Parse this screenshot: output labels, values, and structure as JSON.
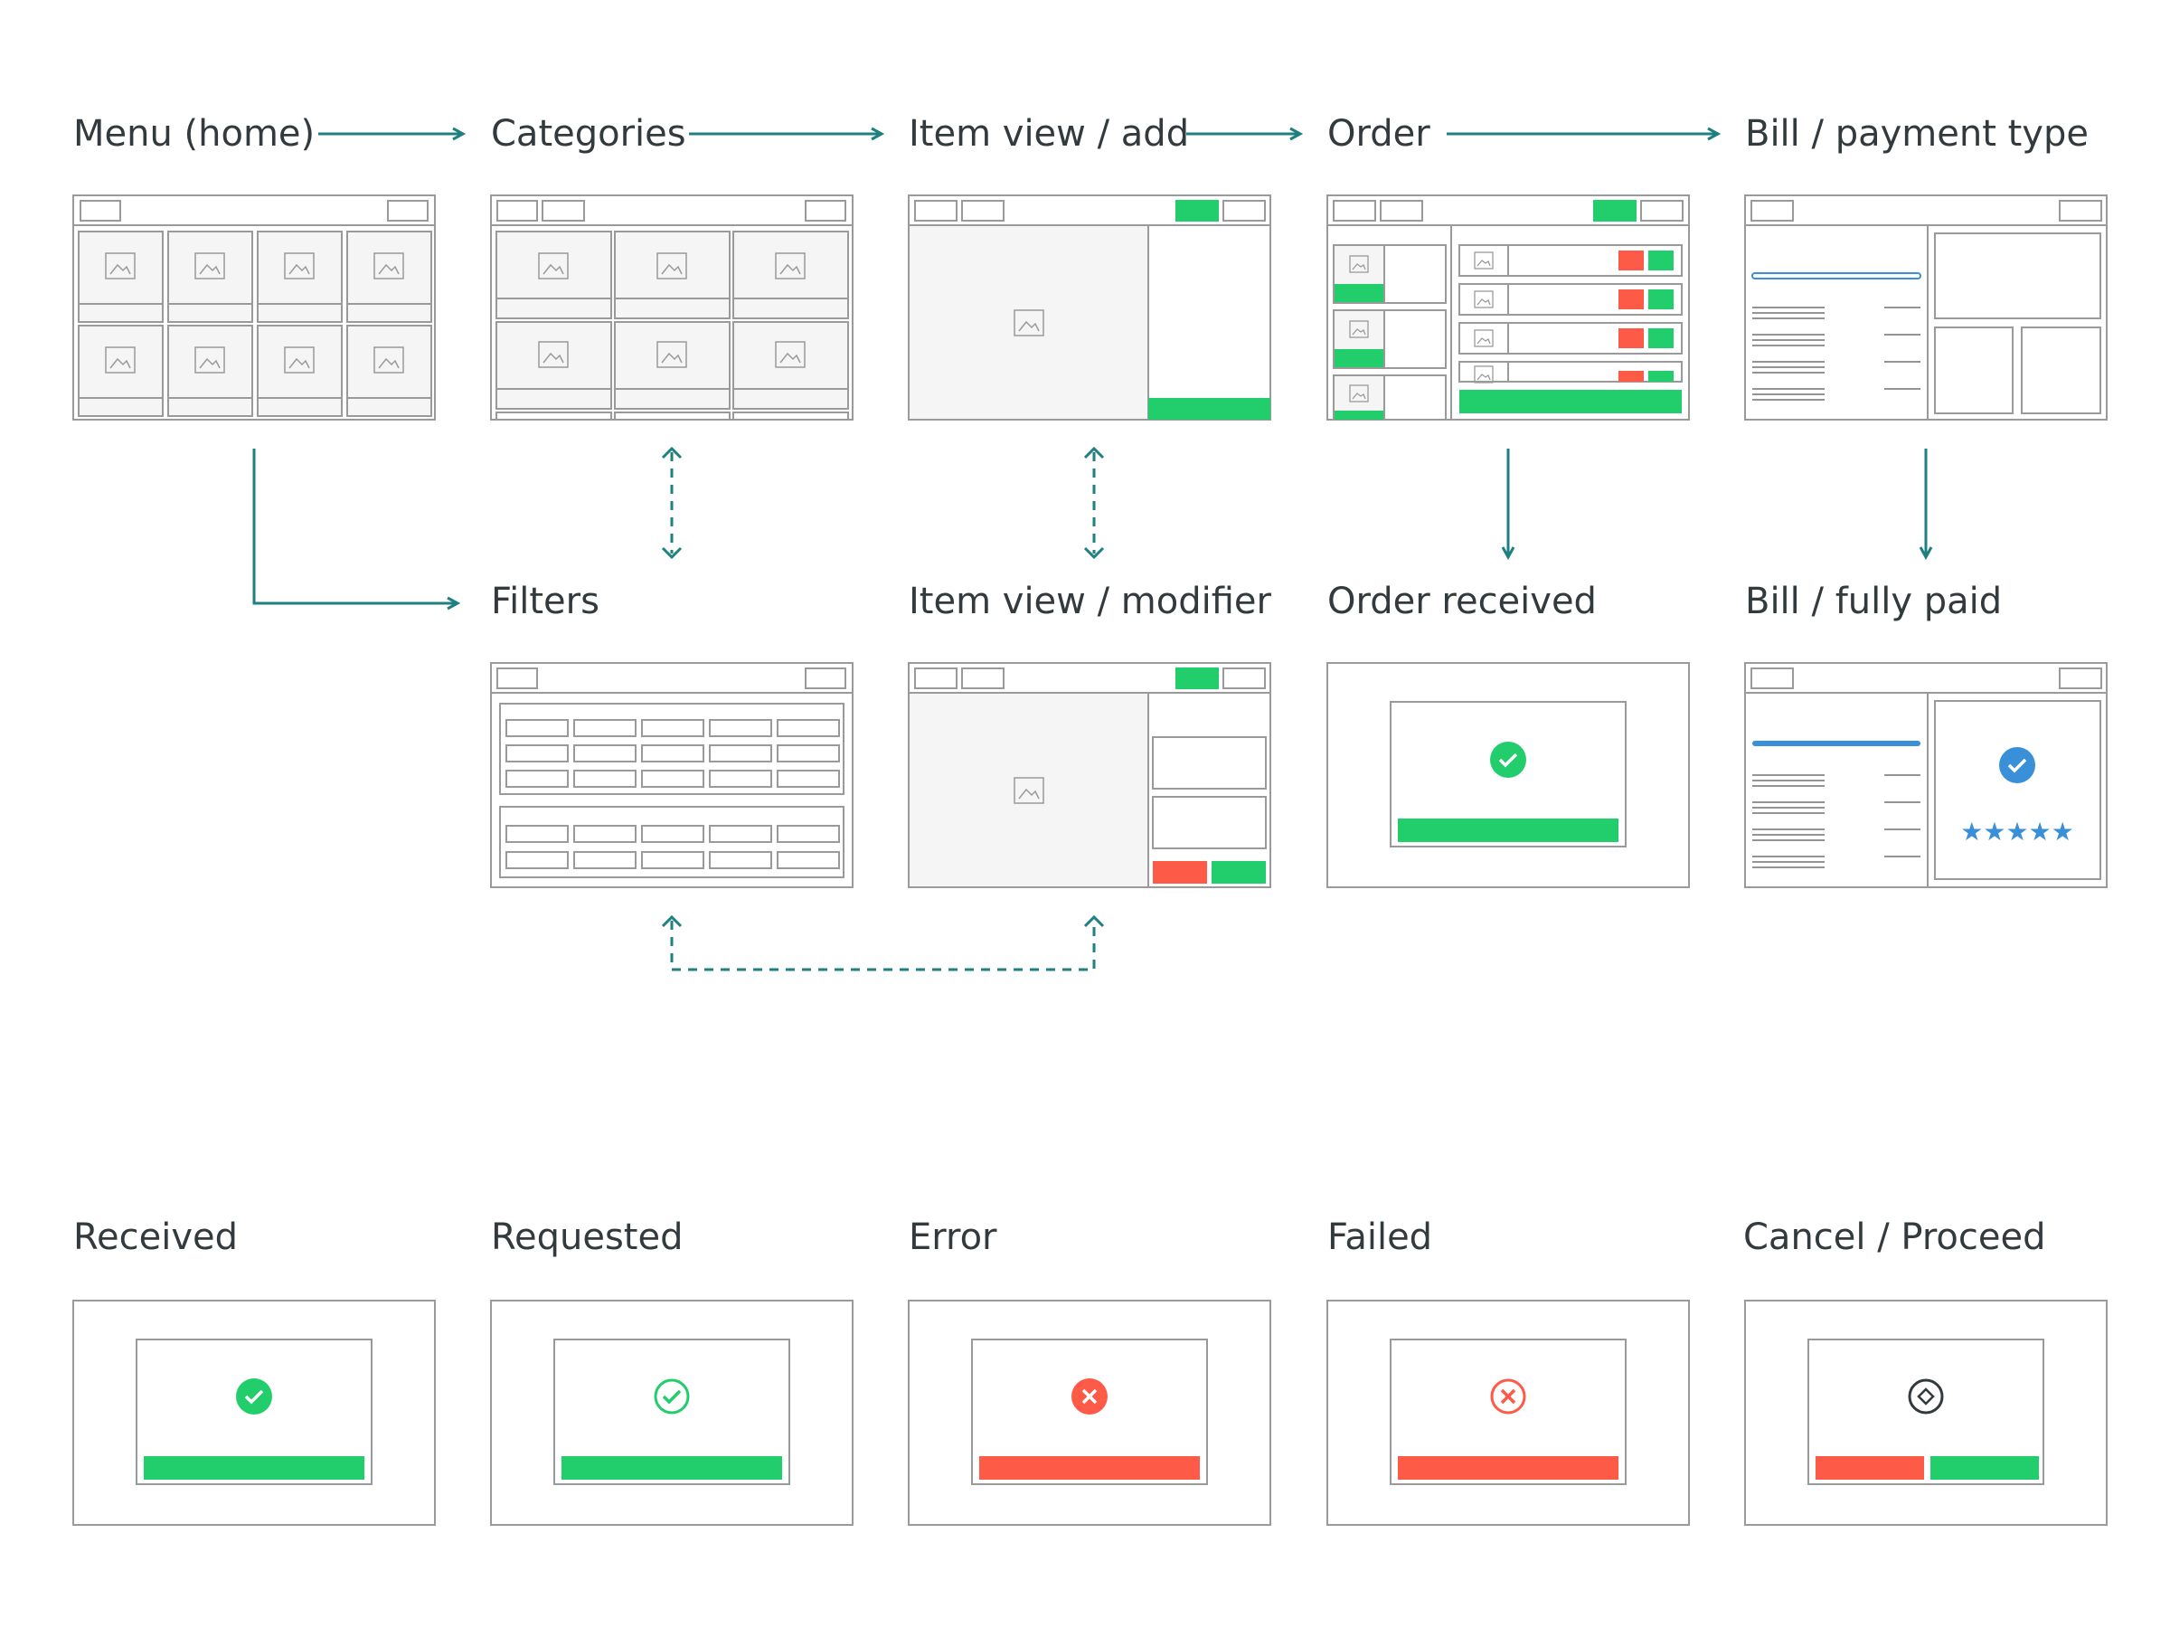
{
  "title": "",
  "colors": {
    "accent_teal": "#1e8080",
    "success_green": "#22cd6c",
    "error_red": "#fd5a47",
    "info_blue": "#3a8fd9",
    "wire_gray": "#9a9a9a",
    "panel_gray": "#f5f5f5"
  },
  "screens": [
    {
      "id": "menu-home",
      "label": "Menu (home)"
    },
    {
      "id": "categories",
      "label": "Categories"
    },
    {
      "id": "item-view-add",
      "label": "Item view / add"
    },
    {
      "id": "order",
      "label": "Order"
    },
    {
      "id": "bill-payment-type",
      "label": "Bill / payment type"
    },
    {
      "id": "filters",
      "label": "Filters"
    },
    {
      "id": "item-view-modifier",
      "label": "Item view / modifier"
    },
    {
      "id": "order-received",
      "label": "Order received"
    },
    {
      "id": "bill-fully-paid",
      "label": "Bill / fully paid"
    }
  ],
  "states": [
    {
      "id": "received",
      "label": "Received",
      "icon": "check-filled-icon",
      "buttons": [
        "green"
      ]
    },
    {
      "id": "requested",
      "label": "Requested",
      "icon": "check-outline-icon",
      "buttons": [
        "green"
      ]
    },
    {
      "id": "error",
      "label": "Error",
      "icon": "x-filled-icon",
      "buttons": [
        "red"
      ]
    },
    {
      "id": "failed",
      "label": "Failed",
      "icon": "x-outline-icon",
      "buttons": [
        "red"
      ]
    },
    {
      "id": "cancel-proceed",
      "label": "Cancel / Proceed",
      "icon": "diamond-circle-icon",
      "buttons": [
        "red",
        "green"
      ]
    }
  ],
  "flows": [
    {
      "from": "menu-home",
      "to": "categories",
      "style": "solid"
    },
    {
      "from": "categories",
      "to": "item-view-add",
      "style": "solid"
    },
    {
      "from": "item-view-add",
      "to": "order",
      "style": "solid"
    },
    {
      "from": "order",
      "to": "bill-payment-type",
      "style": "solid"
    },
    {
      "from": "menu-home",
      "to": "filters",
      "style": "solid"
    },
    {
      "from": "categories",
      "to": "filters",
      "style": "dashed-bidirectional"
    },
    {
      "from": "item-view-add",
      "to": "item-view-modifier",
      "style": "dashed-bidirectional"
    },
    {
      "from": "filters",
      "to": "item-view-modifier",
      "style": "dashed-bidirectional"
    },
    {
      "from": "order",
      "to": "order-received",
      "style": "solid"
    },
    {
      "from": "bill-payment-type",
      "to": "bill-fully-paid",
      "style": "solid"
    }
  ],
  "rating_stars": "★★★★★"
}
